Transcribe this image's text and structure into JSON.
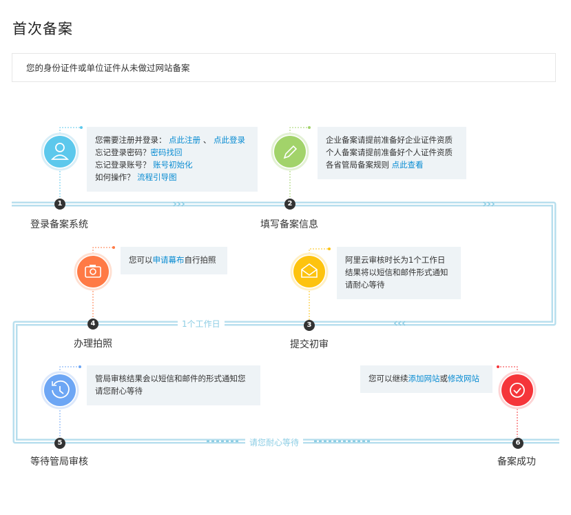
{
  "page": {
    "title": "首次备案",
    "notice": "您的身份证件或单位证件从未做过网站备案"
  },
  "steps": [
    {
      "num": "1",
      "label": "登录备案系统",
      "icon": "user-icon",
      "color": "#5cc8ec"
    },
    {
      "num": "2",
      "label": "填写备案信息",
      "icon": "pencil-icon",
      "color": "#a2d36a"
    },
    {
      "num": "3",
      "label": "提交初审",
      "icon": "envelope-icon",
      "color": "#fdc30f"
    },
    {
      "num": "4",
      "label": "办理拍照",
      "icon": "camera-icon",
      "color": "#ff7a45"
    },
    {
      "num": "5",
      "label": "等待管局审核",
      "icon": "clock-icon",
      "color": "#6da6f4"
    },
    {
      "num": "6",
      "label": "备案成功",
      "icon": "check-icon",
      "color": "#f5353a"
    }
  ],
  "connectors": {
    "row2": "1个工作日",
    "row3": "请您耐心等待"
  },
  "tips": {
    "step1": {
      "line1_prefix": "您需要注册并登录：",
      "register_link": "点此注册",
      "separator": "、",
      "login_link": "点此登录",
      "line2_prefix": "忘记登录密码？",
      "password_link": "密码找回",
      "line3_prefix": "忘记登录账号？",
      "account_link": "账号初始化",
      "line4_prefix": "如何操作？",
      "guide_link": "流程引导图"
    },
    "step2": {
      "line1": "企业备案请提前准备好企业证件资质",
      "line2": "个人备案请提前准备好个人证件资质",
      "line3_prefix": "各省管局备案规则",
      "rules_link": "点此查看"
    },
    "step3": {
      "line1": "阿里云审核时长为1个工作日",
      "line2": "结果将以短信和邮件形式通知",
      "line3": "请耐心等待"
    },
    "step4": {
      "prefix": "您可以",
      "curtain_link": "申请幕布",
      "suffix": "自行拍照"
    },
    "step5": {
      "line1": "管局审核结果会以短信和邮件的形式通知您",
      "line2": "请您耐心等待"
    },
    "step6": {
      "prefix": "您可以继续",
      "add_link": "添加网站",
      "mid": "或",
      "modify_link": "修改网站"
    }
  }
}
